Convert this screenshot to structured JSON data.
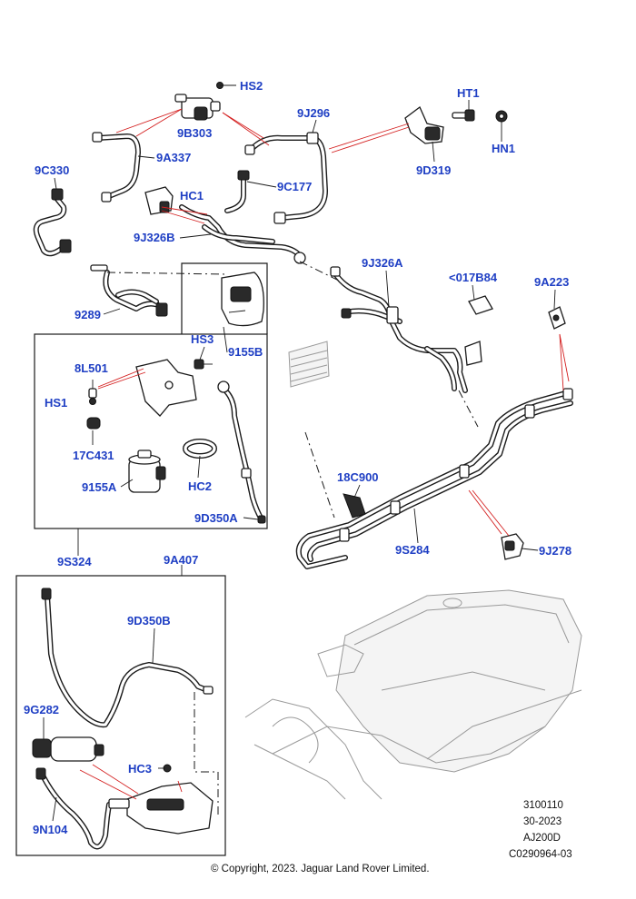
{
  "part_labels": {
    "hs2": "HS2",
    "ht1": "HT1",
    "p9j296": "9J296",
    "p9b303": "9B303",
    "hn1": "HN1",
    "p9a337": "9A337",
    "p9c330": "9C330",
    "p9d319": "9D319",
    "hc1": "HC1",
    "p9c177": "9C177",
    "p9j326b": "9J326B",
    "p9j326a": "9J326A",
    "p017b84": "<017B84",
    "p9a223": "9A223",
    "p9289": "9289",
    "hs3": "HS3",
    "p9155b": "9155B",
    "p8l501": "8L501",
    "hs1": "HS1",
    "p17c431": "17C431",
    "p9155a": "9155A",
    "hc2": "HC2",
    "p9d350a": "9D350A",
    "p18c900": "18C900",
    "p9s284": "9S284",
    "p9j278": "9J278",
    "p9s324": "9S324",
    "p9a407": "9A407",
    "p9d350b": "9D350B",
    "p9g282": "9G282",
    "hc3": "HC3",
    "p9n104": "9N104"
  },
  "footer": {
    "ref_number": "3100110",
    "date_code": "30-2023",
    "model_code": "AJ200D",
    "drawing_id": "C0290964-03",
    "copyright": "© Copyright, 2023. Jaguar Land Rover Limited."
  },
  "colors": {
    "label": "#1f3fc4",
    "leader": "#d42020",
    "line": "#1a1a1a",
    "ghost": "#9a9a9a"
  }
}
